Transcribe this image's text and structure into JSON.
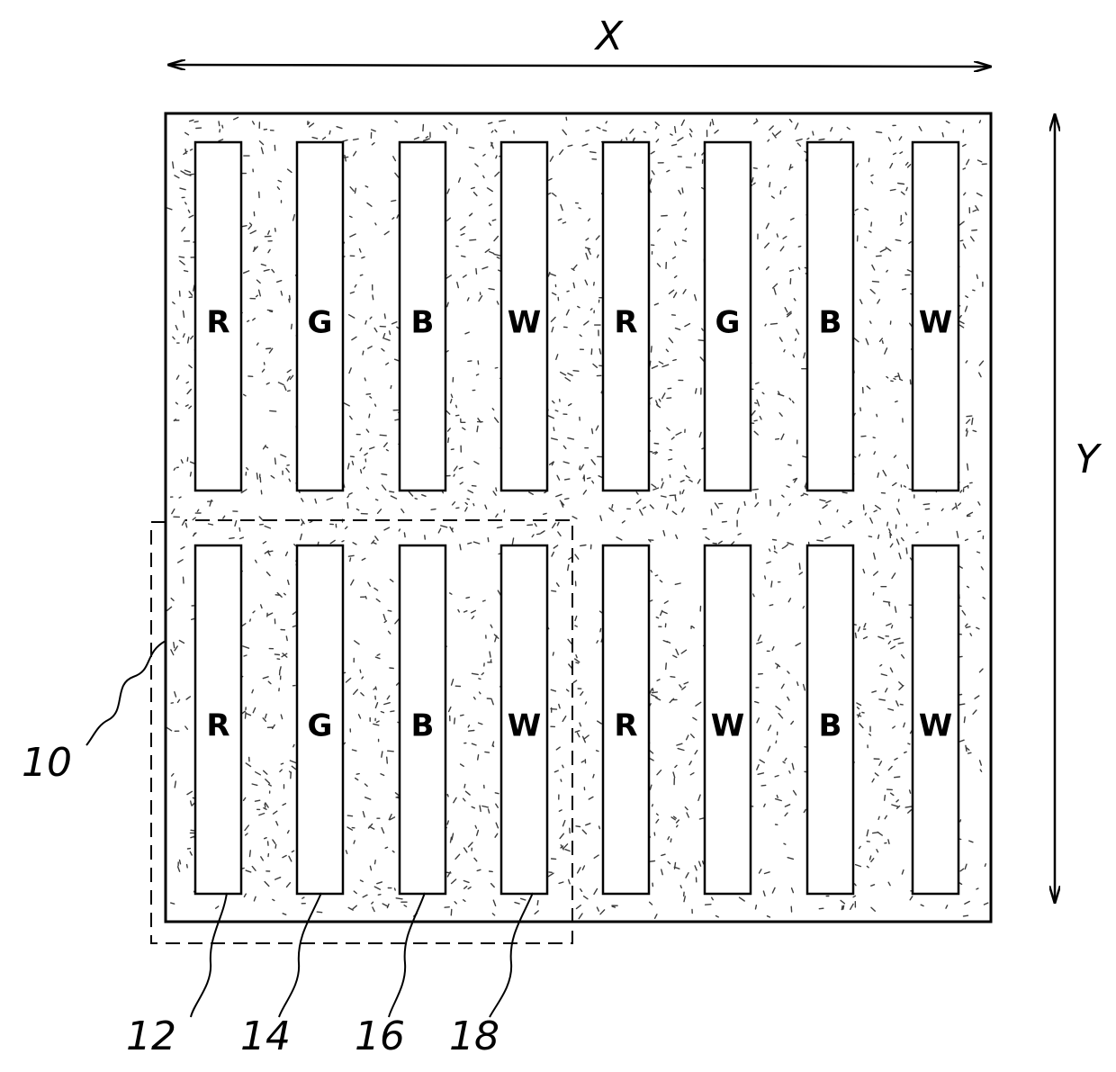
{
  "axes": {
    "x_label": "X",
    "y_label": "Y"
  },
  "rows": [
    {
      "subpixels": [
        "R",
        "G",
        "B",
        "W",
        "R",
        "G",
        "B",
        "W"
      ]
    },
    {
      "subpixels": [
        "R",
        "G",
        "B",
        "W",
        "R",
        "W",
        "B",
        "W"
      ]
    }
  ],
  "reference_numerals": {
    "pixel_group": "10",
    "subpixels": [
      "12",
      "14",
      "16",
      "18"
    ]
  },
  "colors": {
    "ink": "#000000",
    "paper": "#ffffff",
    "stipple": "#3a3a3a"
  }
}
